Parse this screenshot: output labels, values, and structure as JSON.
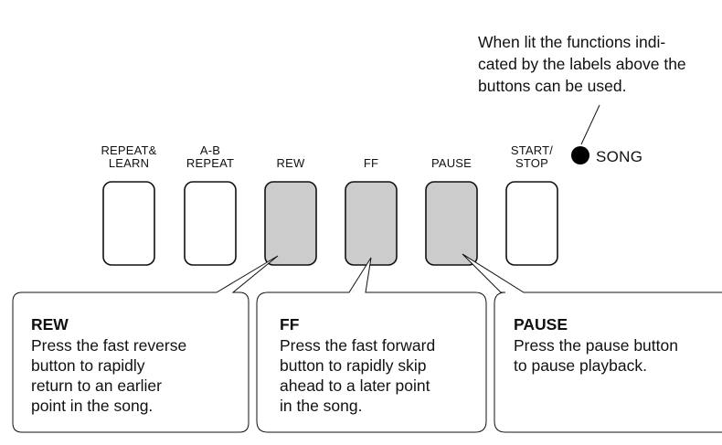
{
  "note": "When lit the functions indi-\ncated by the labels above the\nbuttons can be used.",
  "indicator": {
    "label": "SONG"
  },
  "buttons": [
    {
      "id": "repeat-learn",
      "line1": "REPEAT&",
      "line2": "LEARN",
      "highlighted": false
    },
    {
      "id": "ab-repeat",
      "line1": "A-B",
      "line2": "REPEAT",
      "highlighted": false
    },
    {
      "id": "rew",
      "line1": "",
      "line2": "REW",
      "highlighted": true
    },
    {
      "id": "ff",
      "line1": "",
      "line2": "FF",
      "highlighted": true
    },
    {
      "id": "pause",
      "line1": "",
      "line2": "PAUSE",
      "highlighted": true
    },
    {
      "id": "start-stop",
      "line1": "START/",
      "line2": "STOP",
      "highlighted": false
    }
  ],
  "callouts": [
    {
      "id": "rew",
      "title": "REW",
      "body": "Press the fast reverse\nbutton to rapidly\nreturn to an earlier\npoint in the song."
    },
    {
      "id": "ff",
      "title": "FF",
      "body": "Press the fast forward\nbutton to rapidly skip\nahead to a later point\nin the song."
    },
    {
      "id": "pause",
      "title": "PAUSE",
      "body": "Press the pause button\nto pause playback."
    }
  ],
  "colors": {
    "highlight_fill": "#cccccc",
    "outline": "#111111",
    "indicator": "#000000"
  }
}
